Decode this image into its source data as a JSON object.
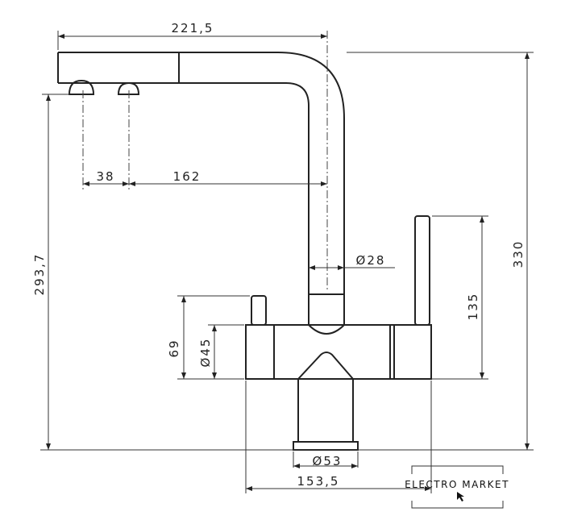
{
  "drawing": {
    "dimensions": {
      "spout_reach": "221,5",
      "nozzle_spacing": "38",
      "nozzle_to_center": "162",
      "tube_diameter": "Ø28",
      "lever_height": "135",
      "total_height": "330",
      "spout_height": "293,7",
      "knob_height": "69",
      "body_diameter": "Ø45",
      "base_diameter": "Ø53",
      "body_length": "153,5"
    }
  },
  "logo": {
    "name": "ELECTRO MARKET"
  }
}
